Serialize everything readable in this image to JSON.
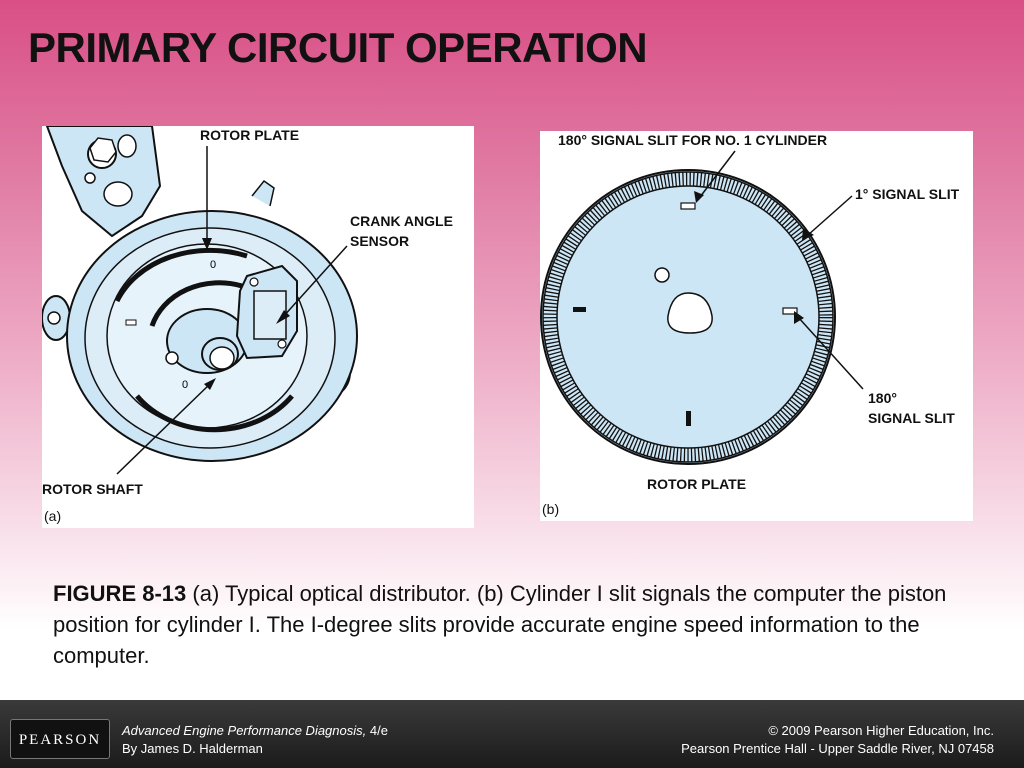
{
  "slide": {
    "title": "PRIMARY CIRCUIT OPERATION"
  },
  "figure_a": {
    "labels": {
      "rotor_plate": "ROTOR PLATE",
      "crank_angle_sensor_line1": "CRANK ANGLE",
      "crank_angle_sensor_line2": "SENSOR",
      "rotor_shaft": "ROTOR SHAFT"
    },
    "sublabel": "(a)"
  },
  "figure_b": {
    "labels": {
      "signal_slit_no1": "180° SIGNAL SLIT FOR NO. 1 CYLINDER",
      "one_degree_slit": "1° SIGNAL SLIT",
      "signal_slit_180_line1": "180°",
      "signal_slit_180_line2": "SIGNAL SLIT",
      "rotor_plate": "ROTOR PLATE"
    },
    "sublabel": "(b)"
  },
  "caption": {
    "figure_number": "FIGURE 8-13",
    "text": " (a) Typical optical distributor. (b) Cylinder I slit signals the computer the piston position for cylinder I. The I-degree slits provide accurate engine speed information to the computer."
  },
  "footer": {
    "logo": "PEARSON",
    "book_title": "Advanced Engine Performance Diagnosis,",
    "edition": " 4/e",
    "author": "By James D. Halderman",
    "copyright": "© 2009 Pearson Higher Education, Inc.",
    "publisher": "Pearson Prentice Hall - Upper Saddle River, NJ 07458"
  },
  "colors": {
    "title_bar_top": "#d94f86",
    "illustration_blue": "#cde6f5",
    "outline": "#111111",
    "footer_bg": "#222222"
  }
}
